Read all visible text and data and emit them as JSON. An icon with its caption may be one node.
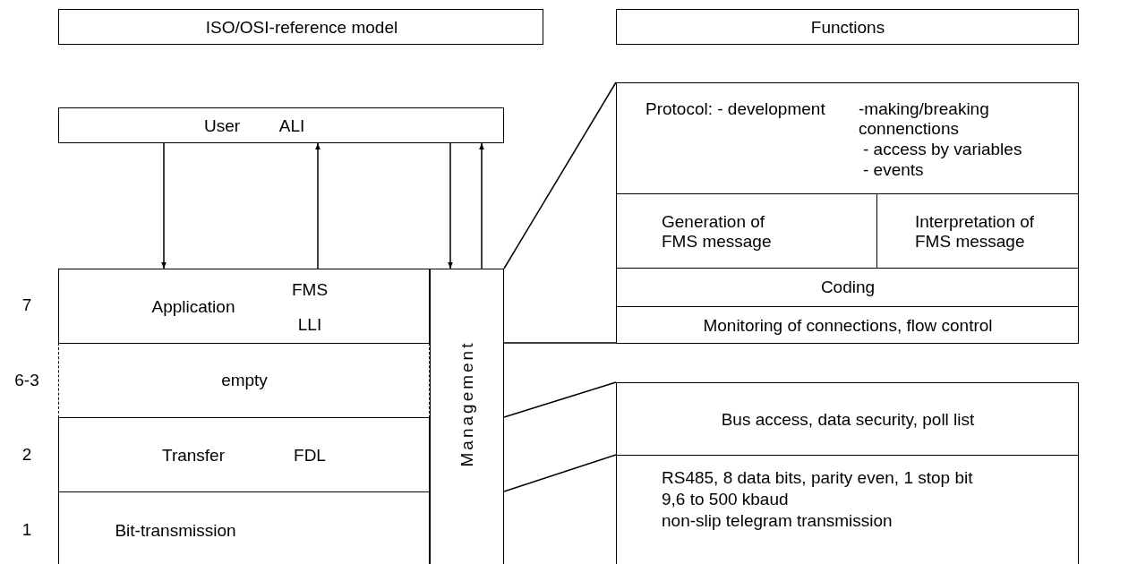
{
  "diagram": {
    "nodes": [
      {
        "text": [
          "ISO/OSI-reference model"
        ]
      },
      {
        "text": [
          "Functions"
        ]
      },
      {
        "text": [
          "User",
          "ALI"
        ]
      },
      {
        "text": [
          "Application",
          "FMS",
          "LLI"
        ],
        "beside": [
          "7"
        ]
      },
      {
        "text": [
          "empty"
        ],
        "beside": [
          "6-3"
        ]
      },
      {
        "text": [
          "Transfer",
          "FDL"
        ],
        "beside": [
          "2"
        ]
      },
      {
        "text": [
          "Bit-transmission"
        ],
        "beside": [
          "1"
        ]
      },
      {
        "text": [
          "Management"
        ]
      },
      {
        "text": [
          "Protocol: - development",
          "-making/breaking connenctions",
          "- access by variables",
          "- events"
        ]
      },
      {
        "text": [
          "Generation of FMS message"
        ]
      },
      {
        "text": [
          "Interpretation of FMS message"
        ]
      },
      {
        "text": [
          "Coding"
        ]
      },
      {
        "text": [
          "Monitoring of connections, flow control"
        ]
      },
      {
        "text": [
          "Bus access, data security, poll list"
        ]
      },
      {
        "text": [
          "RS485, 8 data bits, parity even, 1 stop bit",
          "9,6 to 500 kbaud",
          "non-slip telegram transmission"
        ]
      }
    ],
    "edges": [
      {
        "from": 2,
        "to": 3,
        "arrow": "to"
      },
      {
        "from": 3,
        "to": 2,
        "arrow": "to"
      },
      {
        "from": 2,
        "to": 7,
        "arrow": "to"
      },
      {
        "from": 7,
        "to": 2,
        "arrow": "to"
      },
      {
        "from": 7,
        "to": 8,
        "arrow": "none"
      },
      {
        "from": 7,
        "to": 12,
        "arrow": "none"
      },
      {
        "from": 7,
        "to": 13,
        "arrow": "none"
      },
      {
        "from": 7,
        "to": 14,
        "arrow": "none"
      }
    ]
  }
}
